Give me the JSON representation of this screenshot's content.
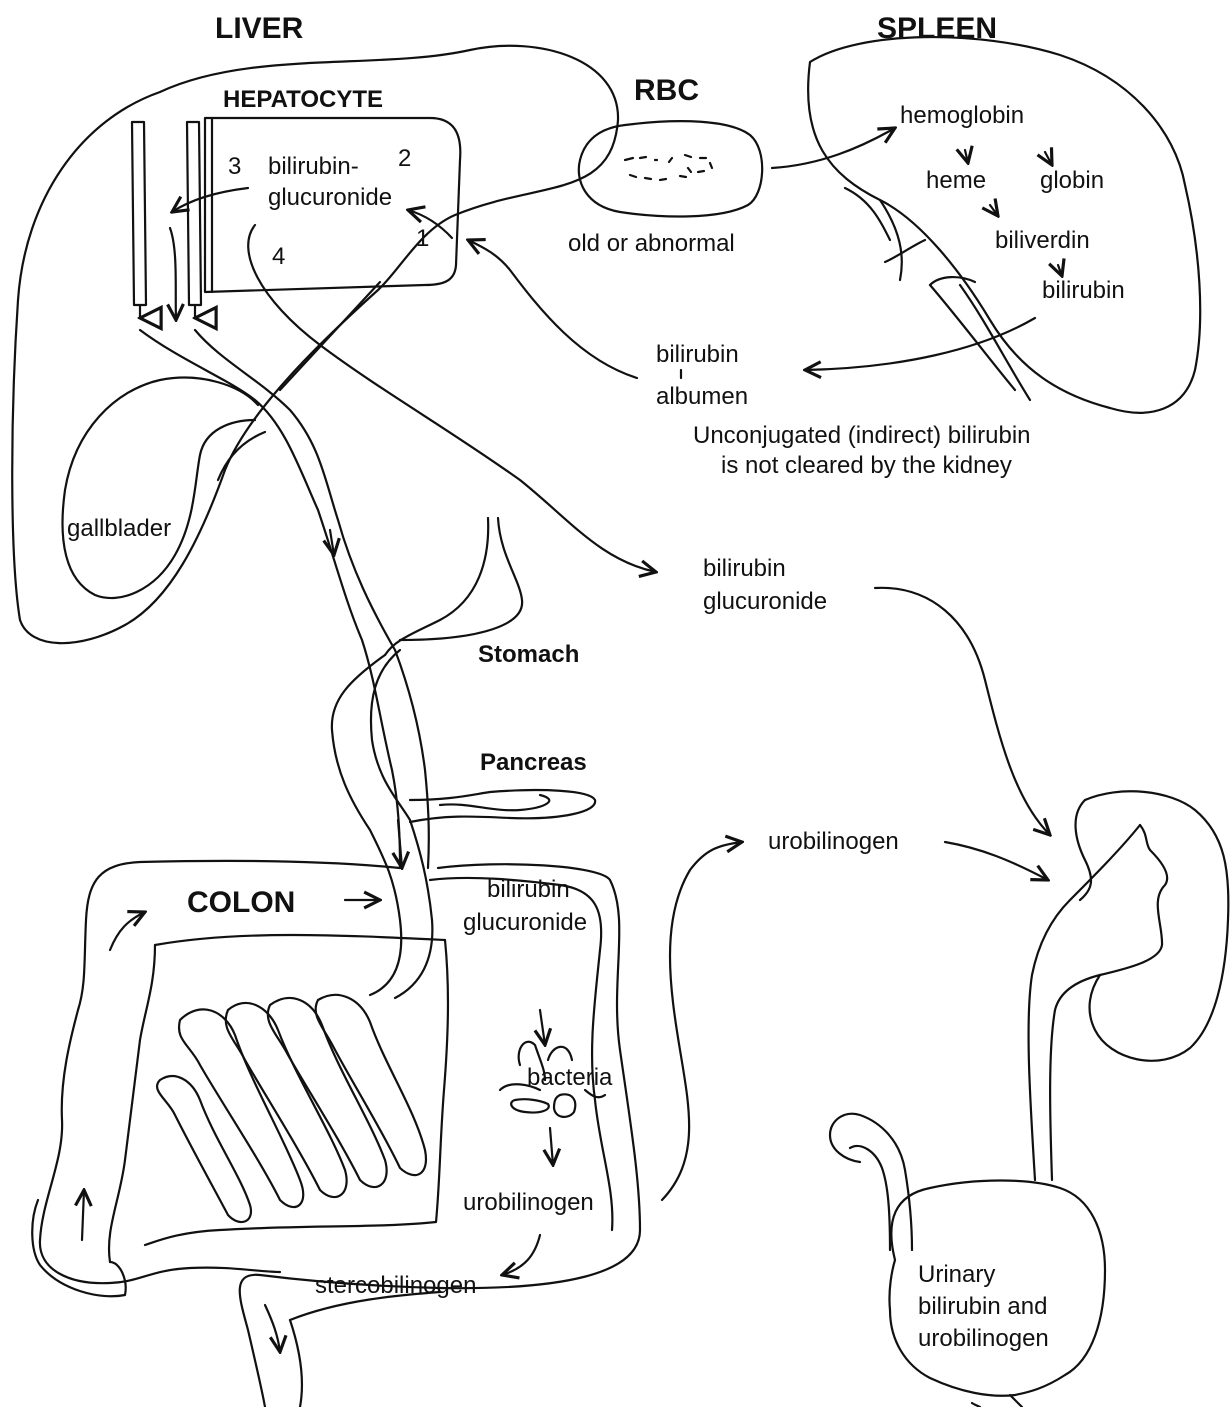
{
  "labels": {
    "liver": "LIVER",
    "spleen": "SPLEEN",
    "rbc": "RBC",
    "hepatocyte": "HEPATOCYTE",
    "rbc_desc": "old or abnormal",
    "hemoglobin": "hemoglobin",
    "heme": "heme",
    "globin": "globin",
    "biliverdin": "biliverdin",
    "bilirubin_spleen": "bilirubin",
    "step_1": "1",
    "step_2": "2",
    "step_3": "3",
    "step_4": "4",
    "hep_bilirubin": "bilirubin-",
    "hep_glucuronide": "glucuronide",
    "complex_bilirubin": "bilirubin",
    "complex_albumen": "albumen",
    "unconj_line1": "Unconjugated (indirect) bilirubin",
    "unconj_line2": "is not cleared by the kidney",
    "gallbladder": "gallblader",
    "stomach": "Stomach",
    "pancreas": "Pancreas",
    "blood_bilirubin": "bilirubin",
    "blood_glucuronide": "glucuronide",
    "colon": "COLON",
    "gut_bilirubin": "bilirubin",
    "gut_glucuronide": "glucuronide",
    "bacteria": "bacteria",
    "gut_urobilinogen": "urobilinogen",
    "stercobilinogen": "stercobilinogen",
    "blood_urobilinogen": "urobilinogen",
    "urinary_line1": "Urinary",
    "urinary_line2": "bilirubin and",
    "urinary_line3": "urobilinogen"
  }
}
